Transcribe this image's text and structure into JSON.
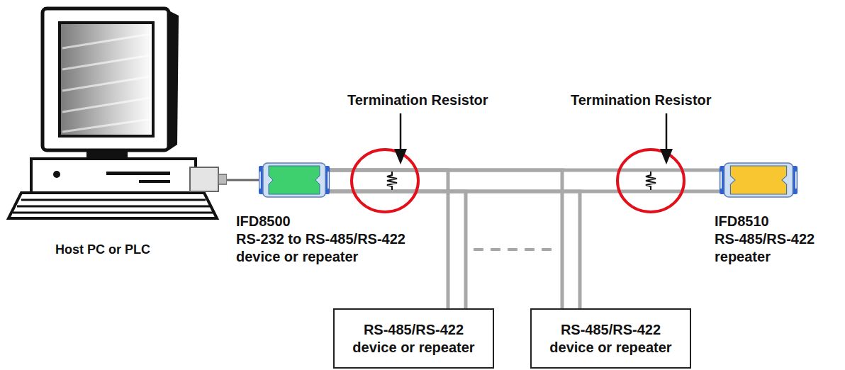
{
  "diagram": {
    "nodes": [
      {
        "text": [
          "Host PC or PLC"
        ]
      },
      {
        "text": [
          "IFD8500",
          "RS-232 to RS-485/RS-422 device or repeater"
        ]
      },
      {
        "text": [
          "IFD8510",
          "RS-485/RS-422 repeater"
        ]
      },
      {
        "text": [
          "RS-485/RS-422 device or repeater"
        ]
      },
      {
        "text": [
          "RS-485/RS-422 device or repeater"
        ]
      }
    ],
    "edges": [
      {
        "from": 0,
        "to": 1,
        "arrow": "none"
      },
      {
        "from": 1,
        "to": 2,
        "arrow": "none"
      },
      {
        "from": 1,
        "to": 3,
        "arrow": "none"
      },
      {
        "from": 1,
        "to": 4,
        "arrow": "none"
      }
    ],
    "labels": [
      "Termination Resistor",
      "Termination Resistor"
    ]
  }
}
